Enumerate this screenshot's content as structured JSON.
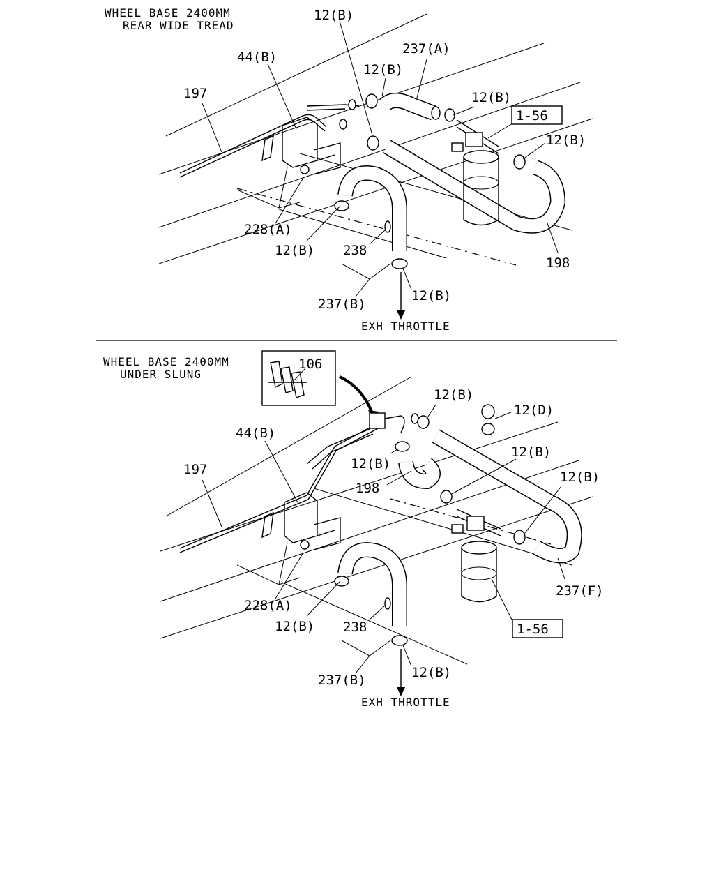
{
  "upper": {
    "title_line1": "WHEEL BASE 2400MM",
    "title_line2": "REAR WIDE TREAD",
    "labels": {
      "p12b_top": "12(B)",
      "p237a": "237(A)",
      "p44b": "44(B)",
      "p12b_a": "12(B)",
      "p197": "197",
      "p12b_b": "12(B)",
      "p156": "1-56",
      "p12b_c": "12(B)",
      "p228a": "228(A)",
      "p12b_d": "12(B)",
      "p238": "238",
      "p198": "198",
      "p12b_e": "12(B)",
      "p237b": "237(B)",
      "exh": "EXH THROTTLE"
    }
  },
  "lower": {
    "title_line1": "WHEEL BASE 2400MM",
    "title_line2": "UNDER SLUNG",
    "labels": {
      "p106": "106",
      "p12b_top": "12(B)",
      "p12d": "12(D)",
      "p44b": "44(B)",
      "p12b_a": "12(B)",
      "p197": "197",
      "p12b_b": "12(B)",
      "p198": "198",
      "p12b_c": "12(B)",
      "p237f": "237(F)",
      "p228a": "228(A)",
      "p12b_d": "12(B)",
      "p238": "238",
      "p156": "1-56",
      "p237b": "237(B)",
      "p12b_e": "12(B)",
      "exh": "EXH THROTTLE"
    }
  }
}
